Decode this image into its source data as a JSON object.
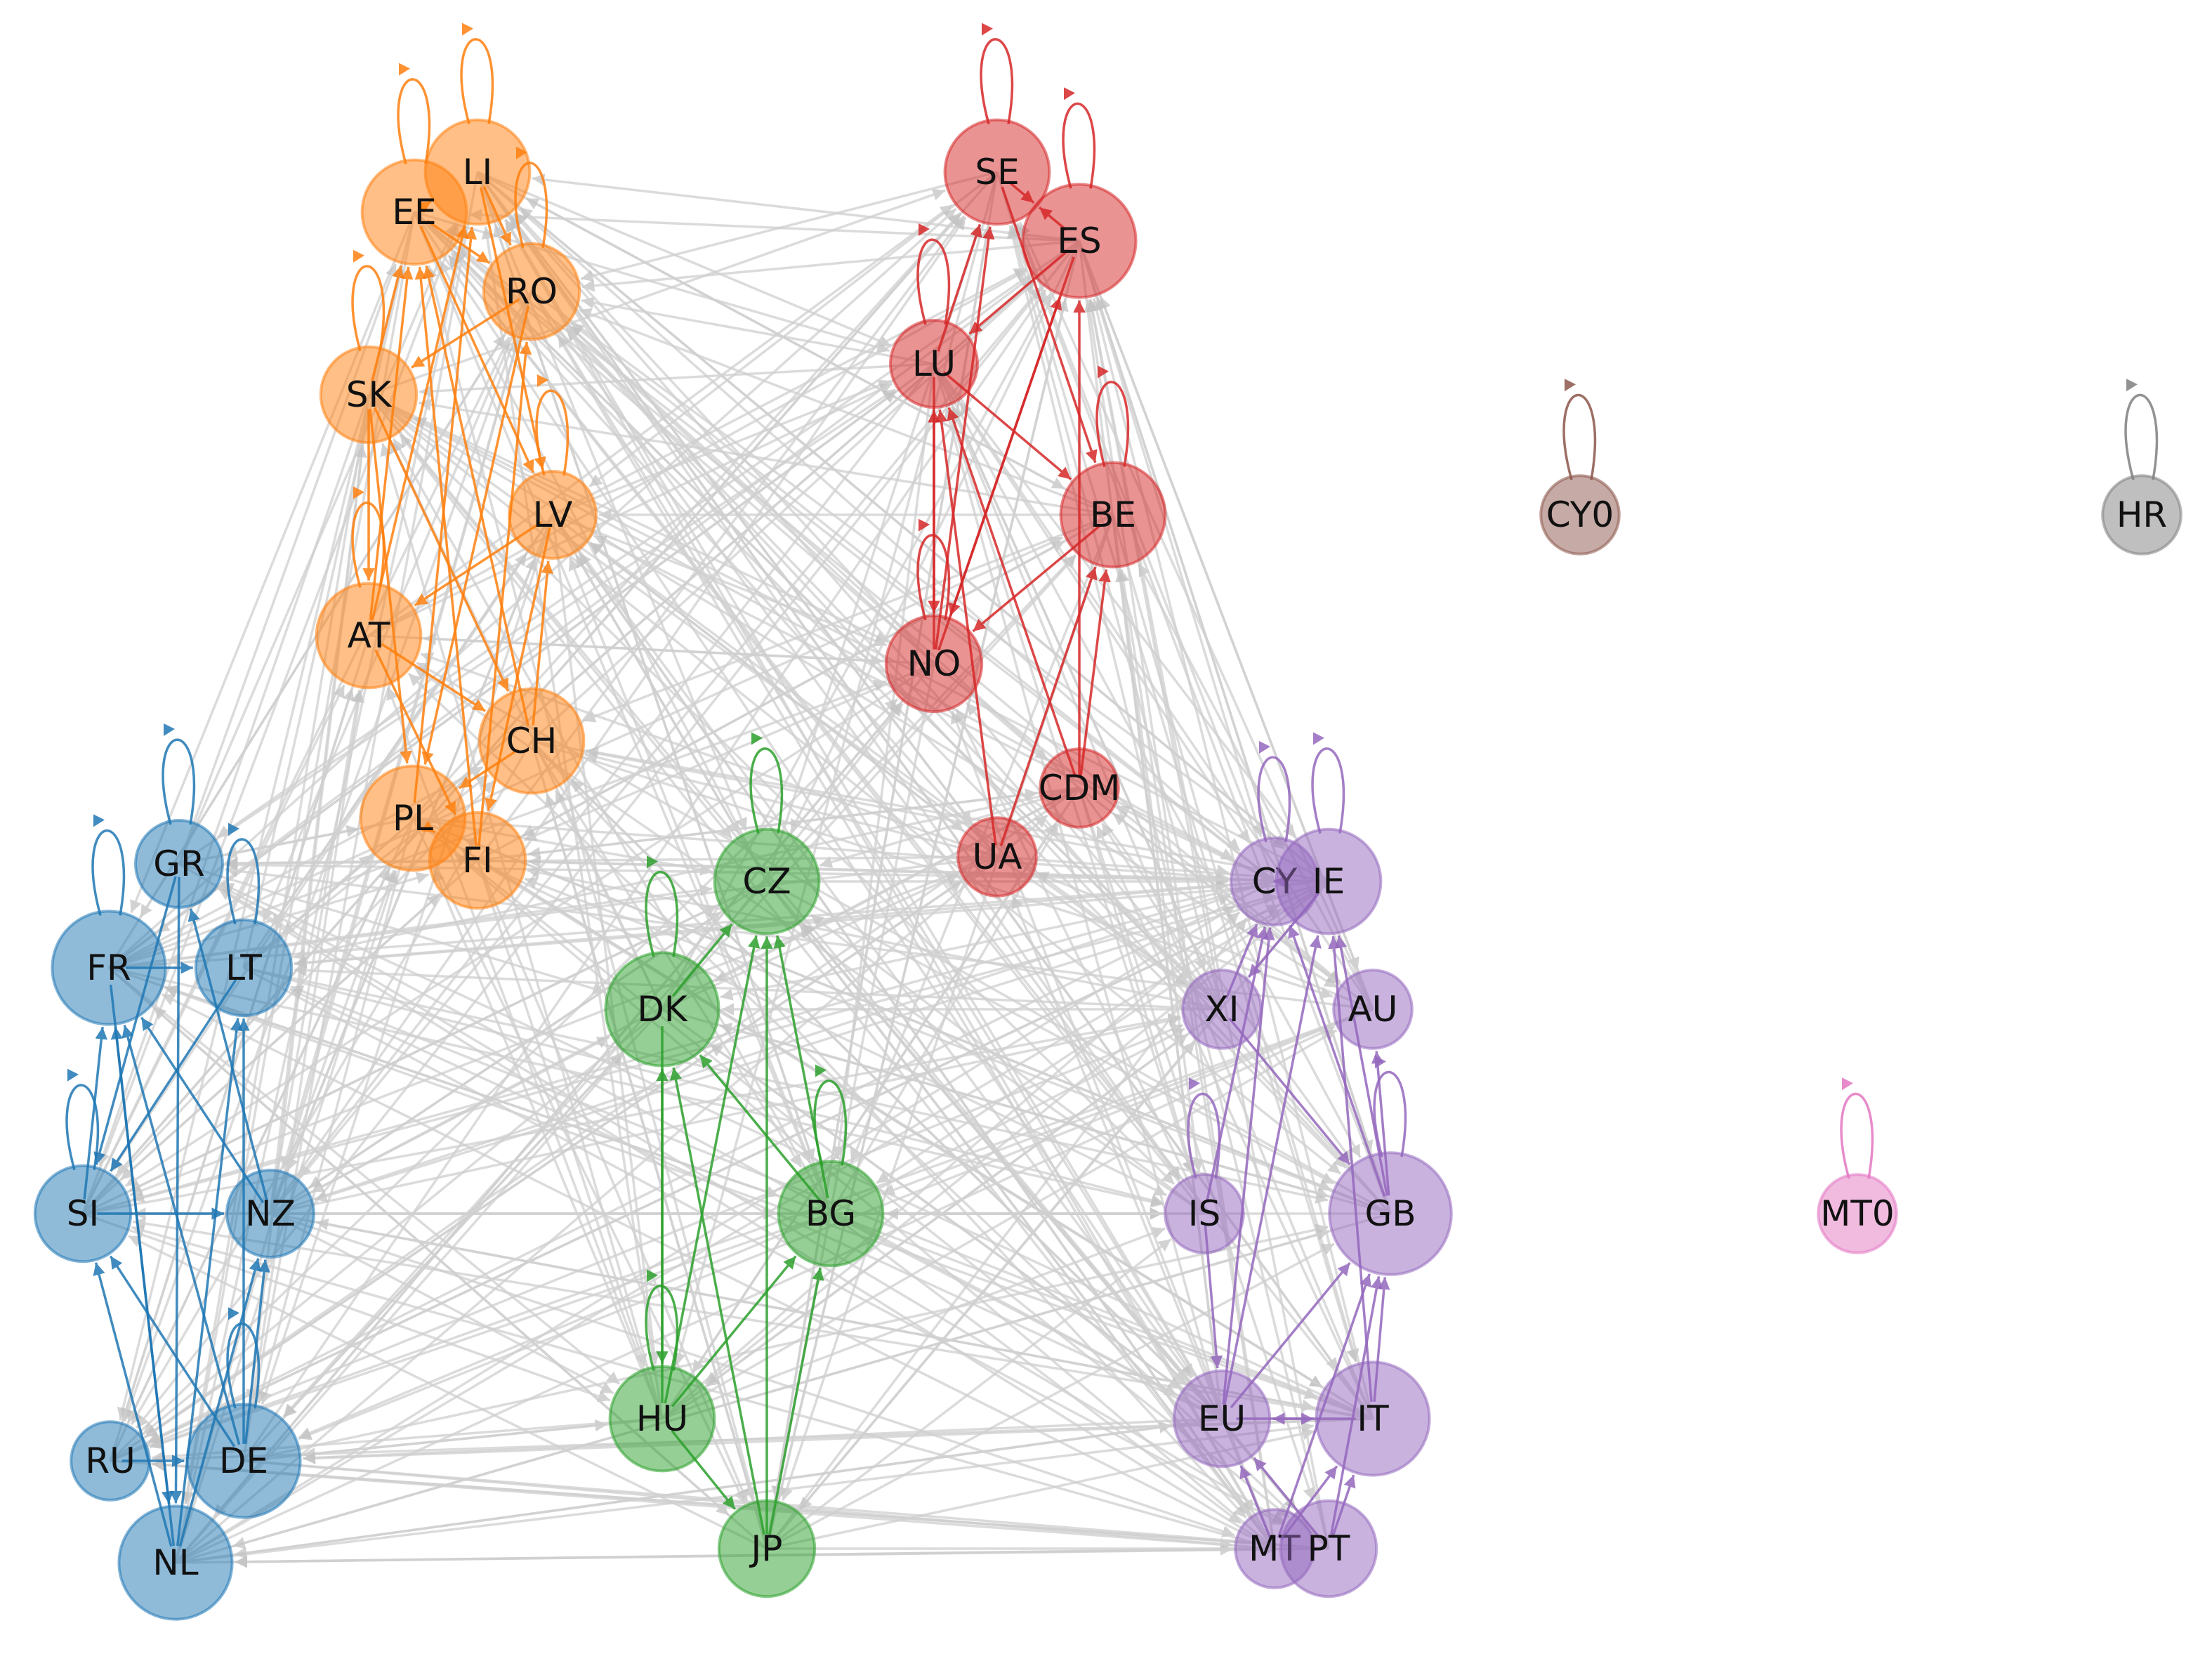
{
  "colors": {
    "background_edge": "#d0d0d0",
    "clusters": {
      "blue": "#1f77b4",
      "orange": "#ff7f0e",
      "green": "#2ca02c",
      "red": "#d62728",
      "purple": "#9467bd",
      "brown": "#8c564b",
      "pink": "#e377c2",
      "gray": "#7f7f7f"
    }
  },
  "nodes": [
    {
      "id": "LI",
      "label": "LI",
      "cluster": "orange",
      "size": 1.2,
      "self_loop": true
    },
    {
      "id": "EE",
      "label": "EE",
      "cluster": "orange",
      "size": 1.2,
      "self_loop": true
    },
    {
      "id": "RO",
      "label": "RO",
      "cluster": "orange",
      "size": 1.1,
      "self_loop": true
    },
    {
      "id": "SK",
      "label": "SK",
      "cluster": "orange",
      "size": 1.1,
      "self_loop": true
    },
    {
      "id": "LV",
      "label": "LV",
      "cluster": "orange",
      "size": 1.0,
      "self_loop": true
    },
    {
      "id": "AT",
      "label": "AT",
      "cluster": "orange",
      "size": 1.2,
      "self_loop": true
    },
    {
      "id": "CH",
      "label": "CH",
      "cluster": "orange",
      "size": 1.2,
      "self_loop": false
    },
    {
      "id": "PL",
      "label": "PL",
      "cluster": "orange",
      "size": 1.2,
      "self_loop": false
    },
    {
      "id": "FI",
      "label": "FI",
      "cluster": "orange",
      "size": 1.1,
      "self_loop": false
    },
    {
      "id": "SE",
      "label": "SE",
      "cluster": "red",
      "size": 1.2,
      "self_loop": true
    },
    {
      "id": "ES",
      "label": "ES",
      "cluster": "red",
      "size": 1.3,
      "self_loop": true
    },
    {
      "id": "LU",
      "label": "LU",
      "cluster": "red",
      "size": 1.0,
      "self_loop": true
    },
    {
      "id": "BE",
      "label": "BE",
      "cluster": "red",
      "size": 1.2,
      "self_loop": true
    },
    {
      "id": "NO",
      "label": "NO",
      "cluster": "red",
      "size": 1.1,
      "self_loop": true
    },
    {
      "id": "CDM",
      "label": "CDM",
      "cluster": "red",
      "size": 0.9,
      "self_loop": false
    },
    {
      "id": "UA",
      "label": "UA",
      "cluster": "red",
      "size": 0.9,
      "self_loop": false
    },
    {
      "id": "GR",
      "label": "GR",
      "cluster": "blue",
      "size": 1.0,
      "self_loop": true
    },
    {
      "id": "FR",
      "label": "FR",
      "cluster": "blue",
      "size": 1.3,
      "self_loop": true
    },
    {
      "id": "LT",
      "label": "LT",
      "cluster": "blue",
      "size": 1.1,
      "self_loop": true
    },
    {
      "id": "SI",
      "label": "SI",
      "cluster": "blue",
      "size": 1.1,
      "self_loop": true
    },
    {
      "id": "NZ",
      "label": "NZ",
      "cluster": "blue",
      "size": 1.0,
      "self_loop": false
    },
    {
      "id": "RU",
      "label": "RU",
      "cluster": "blue",
      "size": 0.9,
      "self_loop": false
    },
    {
      "id": "DE",
      "label": "DE",
      "cluster": "blue",
      "size": 1.3,
      "self_loop": true
    },
    {
      "id": "NL",
      "label": "NL",
      "cluster": "blue",
      "size": 1.3,
      "self_loop": false
    },
    {
      "id": "CZ",
      "label": "CZ",
      "cluster": "green",
      "size": 1.2,
      "self_loop": true
    },
    {
      "id": "DK",
      "label": "DK",
      "cluster": "green",
      "size": 1.3,
      "self_loop": true
    },
    {
      "id": "BG",
      "label": "BG",
      "cluster": "green",
      "size": 1.2,
      "self_loop": true
    },
    {
      "id": "HU",
      "label": "HU",
      "cluster": "green",
      "size": 1.2,
      "self_loop": true
    },
    {
      "id": "JP",
      "label": "JP",
      "cluster": "green",
      "size": 1.1,
      "self_loop": false
    },
    {
      "id": "CY",
      "label": "CY",
      "cluster": "purple",
      "size": 1.0,
      "self_loop": true
    },
    {
      "id": "IE",
      "label": "IE",
      "cluster": "purple",
      "size": 1.2,
      "self_loop": true
    },
    {
      "id": "XI",
      "label": "XI",
      "cluster": "purple",
      "size": 0.9,
      "self_loop": false
    },
    {
      "id": "AU",
      "label": "AU",
      "cluster": "purple",
      "size": 0.9,
      "self_loop": false
    },
    {
      "id": "IS",
      "label": "IS",
      "cluster": "purple",
      "size": 0.9,
      "self_loop": true
    },
    {
      "id": "GB",
      "label": "GB",
      "cluster": "purple",
      "size": 1.4,
      "self_loop": true
    },
    {
      "id": "EU",
      "label": "EU",
      "cluster": "purple",
      "size": 1.1,
      "self_loop": false
    },
    {
      "id": "IT",
      "label": "IT",
      "cluster": "purple",
      "size": 1.3,
      "self_loop": false
    },
    {
      "id": "MT",
      "label": "MT",
      "cluster": "purple",
      "size": 0.9,
      "self_loop": false
    },
    {
      "id": "PT",
      "label": "PT",
      "cluster": "purple",
      "size": 1.1,
      "self_loop": false
    },
    {
      "id": "CY0",
      "label": "CY0",
      "cluster": "brown",
      "size": 0.9,
      "self_loop": true
    },
    {
      "id": "HR",
      "label": "HR",
      "cluster": "gray",
      "size": 0.9,
      "self_loop": true
    },
    {
      "id": "MT0",
      "label": "MT0",
      "cluster": "pink",
      "size": 0.9,
      "self_loop": true
    }
  ],
  "cluster_edges": [
    [
      "EE",
      "LI"
    ],
    [
      "LI",
      "RO"
    ],
    [
      "EE",
      "RO"
    ],
    [
      "RO",
      "SK"
    ],
    [
      "SK",
      "EE"
    ],
    [
      "LI",
      "LV"
    ],
    [
      "EE",
      "LV"
    ],
    [
      "AT",
      "LI"
    ],
    [
      "AT",
      "EE"
    ],
    [
      "SK",
      "AT"
    ],
    [
      "RO",
      "PL"
    ],
    [
      "LV",
      "AT"
    ],
    [
      "AT",
      "CH"
    ],
    [
      "CH",
      "EE"
    ],
    [
      "SK",
      "CH"
    ],
    [
      "PL",
      "LI"
    ],
    [
      "FI",
      "EE"
    ],
    [
      "LV",
      "FI"
    ],
    [
      "CH",
      "PL"
    ],
    [
      "PL",
      "FI"
    ],
    [
      "SK",
      "PL"
    ],
    [
      "FI",
      "RO"
    ],
    [
      "CH",
      "LV"
    ],
    [
      "AT",
      "FI"
    ],
    [
      "SE",
      "ES"
    ],
    [
      "ES",
      "SE"
    ],
    [
      "LU",
      "SE"
    ],
    [
      "SE",
      "BE"
    ],
    [
      "LU",
      "BE"
    ],
    [
      "BE",
      "NO"
    ],
    [
      "NO",
      "SE"
    ],
    [
      "ES",
      "NO"
    ],
    [
      "LU",
      "NO"
    ],
    [
      "CDM",
      "ES"
    ],
    [
      "CDM",
      "BE"
    ],
    [
      "UA",
      "BE"
    ],
    [
      "NO",
      "LU"
    ],
    [
      "ES",
      "LU"
    ],
    [
      "UA",
      "LU"
    ],
    [
      "CDM",
      "LU"
    ],
    [
      "NO",
      "ES"
    ],
    [
      "FR",
      "LT"
    ],
    [
      "GR",
      "SI"
    ],
    [
      "SI",
      "FR"
    ],
    [
      "NZ",
      "FR"
    ],
    [
      "DE",
      "FR"
    ],
    [
      "NL",
      "FR"
    ],
    [
      "DE",
      "LT"
    ],
    [
      "NL",
      "LT"
    ],
    [
      "SI",
      "NZ"
    ],
    [
      "RU",
      "DE"
    ],
    [
      "DE",
      "SI"
    ],
    [
      "NL",
      "SI"
    ],
    [
      "NL",
      "NZ"
    ],
    [
      "DE",
      "NZ"
    ],
    [
      "FR",
      "NL"
    ],
    [
      "LT",
      "SI"
    ],
    [
      "GR",
      "NL"
    ],
    [
      "NZ",
      "GR"
    ],
    [
      "DK",
      "CZ"
    ],
    [
      "BG",
      "DK"
    ],
    [
      "HU",
      "DK"
    ],
    [
      "JP",
      "DK"
    ],
    [
      "HU",
      "CZ"
    ],
    [
      "JP",
      "CZ"
    ],
    [
      "BG",
      "CZ"
    ],
    [
      "HU",
      "BG"
    ],
    [
      "JP",
      "BG"
    ],
    [
      "HU",
      "JP"
    ],
    [
      "DK",
      "HU"
    ],
    [
      "CY",
      "IE"
    ],
    [
      "XI",
      "CY"
    ],
    [
      "IE",
      "XI"
    ],
    [
      "IS",
      "CY"
    ],
    [
      "GB",
      "IE"
    ],
    [
      "GB",
      "CY"
    ],
    [
      "EU",
      "GB"
    ],
    [
      "IT",
      "GB"
    ],
    [
      "PT",
      "GB"
    ],
    [
      "MT",
      "GB"
    ],
    [
      "EU",
      "IT"
    ],
    [
      "IT",
      "EU"
    ],
    [
      "MT",
      "EU"
    ],
    [
      "PT",
      "EU"
    ],
    [
      "MT",
      "IT"
    ],
    [
      "PT",
      "IT"
    ],
    [
      "EU",
      "IE"
    ],
    [
      "IT",
      "IE"
    ],
    [
      "GB",
      "AU"
    ],
    [
      "XI",
      "GB"
    ],
    [
      "IS",
      "EU"
    ],
    [
      "EU",
      "CY"
    ]
  ]
}
